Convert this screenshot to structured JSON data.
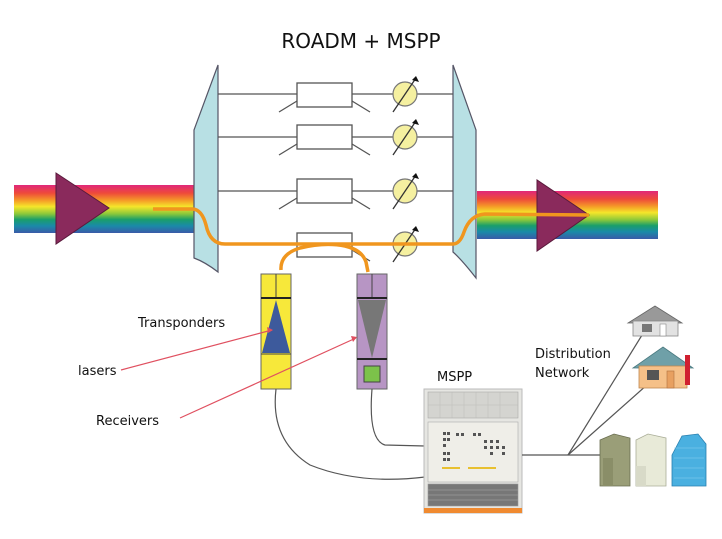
{
  "title": "ROADM + MSPP",
  "labels": {
    "transponders": "Transponders",
    "lasers": "lasers",
    "receivers": "Receivers",
    "mspp": "MSPP",
    "distribution_line1": "Distribution",
    "distribution_line2": "Network"
  },
  "icons": {
    "amplifier": "amplifier-triangle-icon",
    "attenuator": "variable-attenuator-icon",
    "house": "house-icon",
    "building": "building-icon",
    "mspp_chassis": "mspp-chassis-icon"
  },
  "colors": {
    "amplifier": "#8a2a5c",
    "mux_panel": "#b8e0e4",
    "fiber_path": "#f0961e",
    "transponder": "#f7e83a",
    "receiver": "#b795c4",
    "laser_triangle": "#3d5a9c",
    "receiver_triangle": "#777777",
    "receiver_square": "#7cc24a",
    "attenuator": "#f5f0a0",
    "pointer_line": "#e05060"
  },
  "channels": 4
}
